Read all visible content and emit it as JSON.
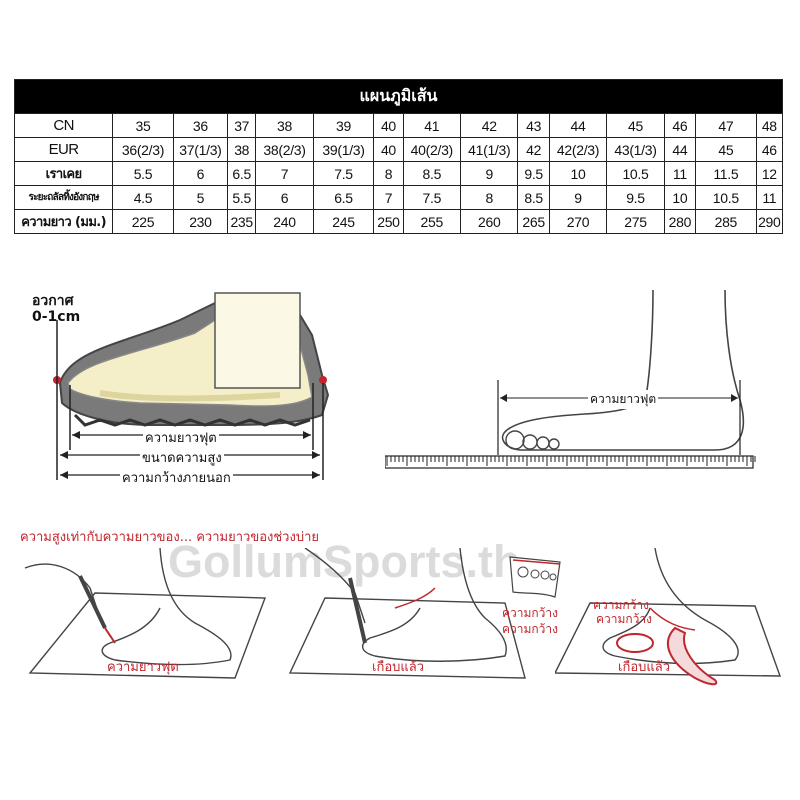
{
  "table": {
    "title": "แผนภูมิเส้น",
    "rows": [
      {
        "label": "CN",
        "cells": [
          "35",
          "36",
          "37",
          "38",
          "39",
          "40",
          "41",
          "42",
          "43",
          "44",
          "45",
          "46",
          "47",
          "48"
        ]
      },
      {
        "label": "EUR",
        "cells": [
          "36(2/3)",
          "37(1/3)",
          "38",
          "38(2/3)",
          "39(1/3)",
          "40",
          "40(2/3)",
          "41(1/3)",
          "42",
          "42(2/3)",
          "43(1/3)",
          "44",
          "45",
          "46"
        ]
      },
      {
        "label": "เราเคย",
        "cells": [
          "5.5",
          "6",
          "6.5",
          "7",
          "7.5",
          "8",
          "8.5",
          "9",
          "9.5",
          "10",
          "10.5",
          "11",
          "11.5",
          "12"
        ]
      },
      {
        "label": "ระยะถลัลทิ้งอังกฤษ",
        "cells": [
          "4.5",
          "5",
          "5.5",
          "6",
          "6.5",
          "7",
          "7.5",
          "8",
          "8.5",
          "9",
          "9.5",
          "10",
          "10.5",
          "11"
        ]
      },
      {
        "label": "ความยาว (มม.)",
        "cells": [
          "225",
          "230",
          "235",
          "240",
          "245",
          "250",
          "255",
          "260",
          "265",
          "270",
          "275",
          "280",
          "285",
          "290"
        ]
      }
    ]
  },
  "shoe_figure": {
    "gap_label": "อวกาศ",
    "gap_value": "0-1cm",
    "foot_length": "ความยาวฟุต",
    "inner_size": "ขนาดความสูง",
    "outer_width": "ความกว้างภายนอก"
  },
  "foot_figure": {
    "foot_length": "ความยาวฟุต"
  },
  "steps": {
    "heading": "ความสูงเท่ากับความยาวของ... ความยาวของช่วงบ่าย",
    "step1_label": "ความยาวฟุต",
    "step2_label": "เกือบแล้ว",
    "step3_width_a": "ความกว้าง",
    "step3_width_b": "ความกว้าง",
    "step4_width_a": "ความกว้าง",
    "step4_width_b": "ความกว้าง",
    "step4_label": "เกือบแล้ว"
  },
  "watermark": "GollumSports.th"
}
